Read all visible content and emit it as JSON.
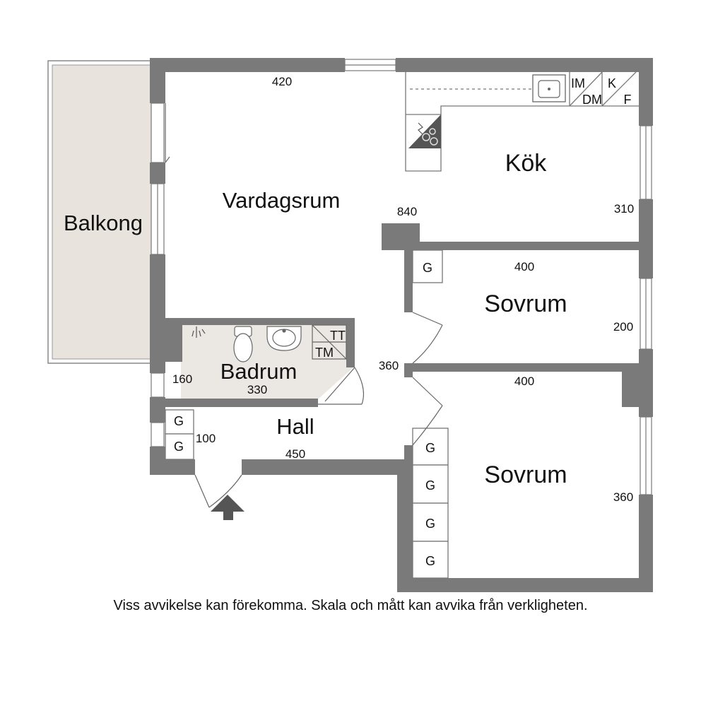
{
  "rooms": {
    "balkong": "Balkong",
    "vardagsrum": "Vardagsrum",
    "kok": "Kök",
    "sovrum_1": "Sovrum",
    "sovrum_2": "Sovrum",
    "badrum": "Badrum",
    "hall": "Hall"
  },
  "dimensions": {
    "vardagsrum_width": "420",
    "vardagsrum_depth": "840",
    "kok_depth": "310",
    "sovrum_1_width": "400",
    "sovrum_1_depth": "200",
    "sovrum_2_width": "400",
    "sovrum_2_depth": "360",
    "hall_depth": "360",
    "badrum_depth": "160",
    "badrum_width": "330",
    "hall_closet_depth": "100",
    "hall_width": "450"
  },
  "fixture_labels": {
    "im": "IM",
    "dm": "DM",
    "k": "K",
    "f": "F",
    "tt": "TT",
    "tm": "TM",
    "g": "G"
  },
  "disclaimer": "Viss avvikelse kan förekomma. Skala och mått kan avvika från verkligheten.",
  "colors": {
    "wall": "#7a7a7a",
    "balcony_fill": "#e8e3dc",
    "bathroom_fill": "#ebe7e2",
    "line": "#555555"
  }
}
